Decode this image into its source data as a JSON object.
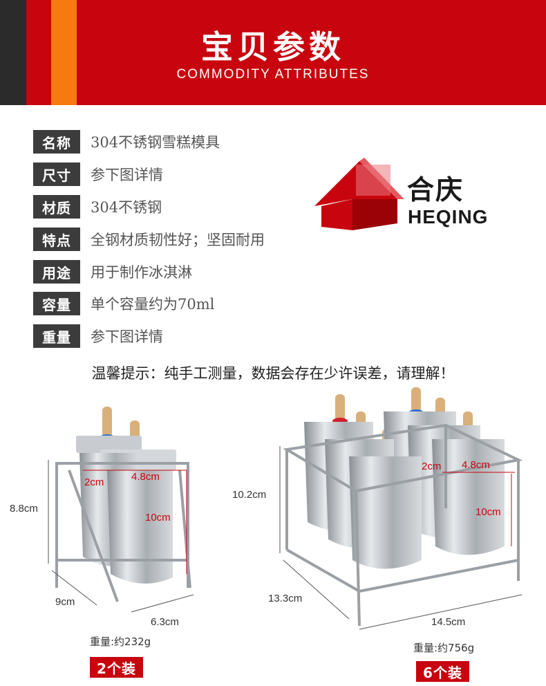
{
  "header": {
    "title": "宝贝参数",
    "subtitle": "COMMODITY ATTRIBUTES"
  },
  "attributes": [
    {
      "label": "名称",
      "value": "304不锈钢雪糕模具"
    },
    {
      "label": "尺寸",
      "value": "参下图详情"
    },
    {
      "label": "材质",
      "value": "304不锈钢"
    },
    {
      "label": "特点",
      "value": "全钢材质韧性好；坚固耐用"
    },
    {
      "label": "用途",
      "value": "用于制作冰淇淋"
    },
    {
      "label": "容量",
      "value": "单个容量约为70ml"
    },
    {
      "label": "重量",
      "value": "参下图详情"
    }
  ],
  "tip": "温馨提示：纯手工测量，数据会存在少许误差，请理解！",
  "logo": {
    "chinese": "合庆",
    "english": "HEQING"
  },
  "products": [
    {
      "dims": {
        "width_top": "4.8cm",
        "depth_top": "2cm",
        "height_mold": "10cm",
        "height_total": "8.8cm",
        "depth": "9cm",
        "width": "6.3cm"
      },
      "weight": "重量:约232g",
      "pack": "2个装"
    },
    {
      "dims": {
        "width_top": "4.8cm",
        "depth_top": "2cm",
        "height_mold": "10cm",
        "height_total": "10.2cm",
        "depth": "13.3cm",
        "width": "14.5cm"
      },
      "weight": "重量:约756g",
      "pack": "6个装"
    }
  ],
  "colors": {
    "brand_red": "#c8040e",
    "orange": "#f77a10",
    "dark": "#2b2b2b",
    "label_bg": "#3c3c3c"
  }
}
